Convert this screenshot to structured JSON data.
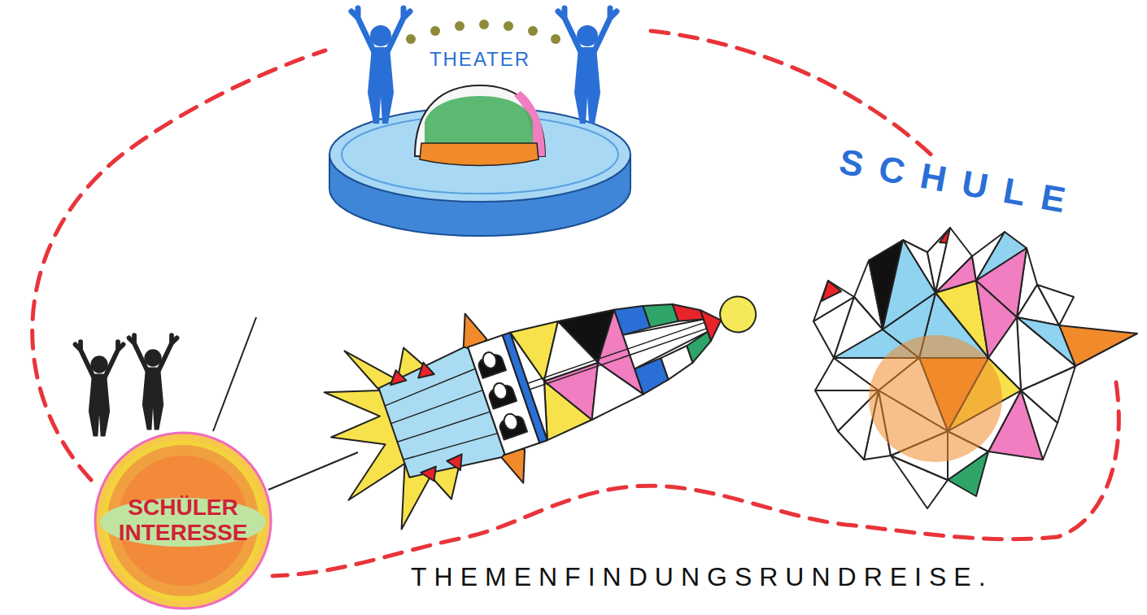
{
  "diagram": {
    "caption": "THEMENFINDUNGSRUNDREISE.",
    "nodes": [
      {
        "text": [
          "THEATER"
        ]
      },
      {
        "text": [
          "SCHULE"
        ]
      },
      {
        "text": [
          "SCHÜLER INTERESSE"
        ]
      }
    ]
  }
}
